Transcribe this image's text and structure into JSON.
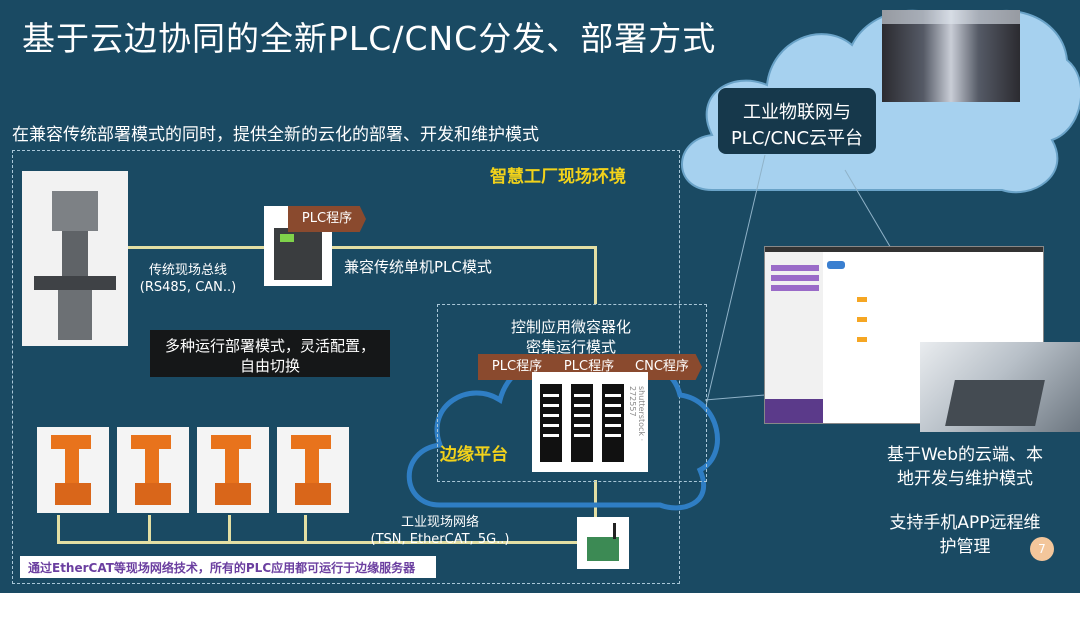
{
  "title": "基于云边协同的全新PLC/CNC分发、部署方式",
  "subtitle": "在兼容传统部署模式的同时，提供全新的云化的部署、开发和维护模式",
  "factory_label": "智慧工厂现场环境",
  "cloud_platform": {
    "line1": "工业物联网与",
    "line2": "PLC/CNC云平台"
  },
  "fieldbus": {
    "line1": "传统现场总线",
    "line2": "(RS485, CAN..)"
  },
  "plc_tag": "PLC程序",
  "standalone_label": "兼容传统单机PLC模式",
  "deploy_modes": {
    "line1": "多种运行部署模式，灵活配置，",
    "line2": "自由切换"
  },
  "container": {
    "line1": "控制应用微容器化",
    "line2": "密集运行模式"
  },
  "edge_tags": [
    "PLC程序",
    "PLC程序",
    "CNC程序"
  ],
  "edge_platform": "边缘平台",
  "network": {
    "line1": "工业现场网络",
    "line2": "(TSN, EtherCAT, 5G..)"
  },
  "bottom_note": "通过EtherCAT等现场网络技术，所有的PLC应用都可运行于边缘服务器",
  "web_mode": {
    "line1": "基于Web的云端、本",
    "line2": "地开发与维护模式"
  },
  "app_mode": {
    "line1": "支持手机APP远程维",
    "line2": "护管理"
  },
  "watermark": "shutterstock · 272557",
  "page_number": "7",
  "colors": {
    "background": "#1a4a63",
    "accent_yellow": "#f2d21a",
    "tag": "#8a4a2e",
    "cloud": "#a6d1ef"
  }
}
